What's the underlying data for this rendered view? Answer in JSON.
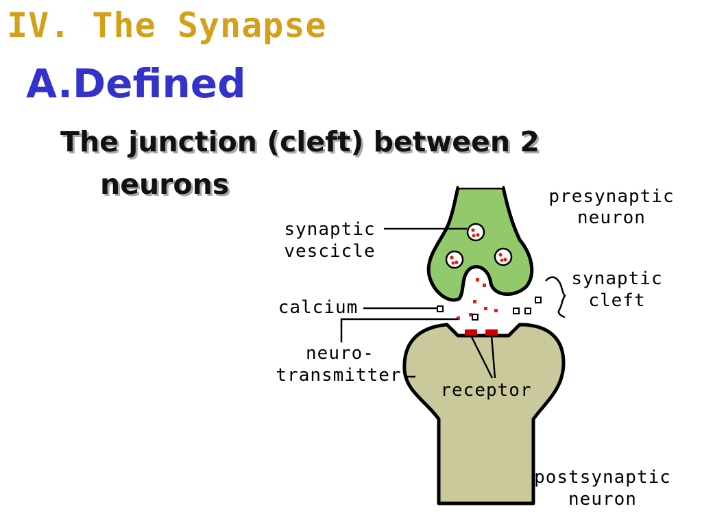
{
  "slide": {
    "title": "IV. The Synapse",
    "subtitle": "A.Defined",
    "definition_line1": "The junction (cleft) between 2",
    "definition_line2": "neurons"
  },
  "diagram": {
    "labels": {
      "presynaptic_1": "presynaptic",
      "presynaptic_2": "neuron",
      "vesicle_1": "synaptic",
      "vesicle_2": "vescicle",
      "cleft_1": "synaptic",
      "cleft_2": "cleft",
      "calcium": "calcium",
      "neurotransmitter_1": "neuro-",
      "neurotransmitter_2": "transmitter",
      "receptor": "receptor",
      "postsynaptic_1": "postsynaptic",
      "postsynaptic_2": "neuron"
    },
    "colors": {
      "presynaptic_fill": "#92c96a",
      "postsynaptic_fill": "#c9c99b",
      "transmitter": "#e02010",
      "receptor": "#cc0000",
      "outline": "#000000"
    }
  }
}
